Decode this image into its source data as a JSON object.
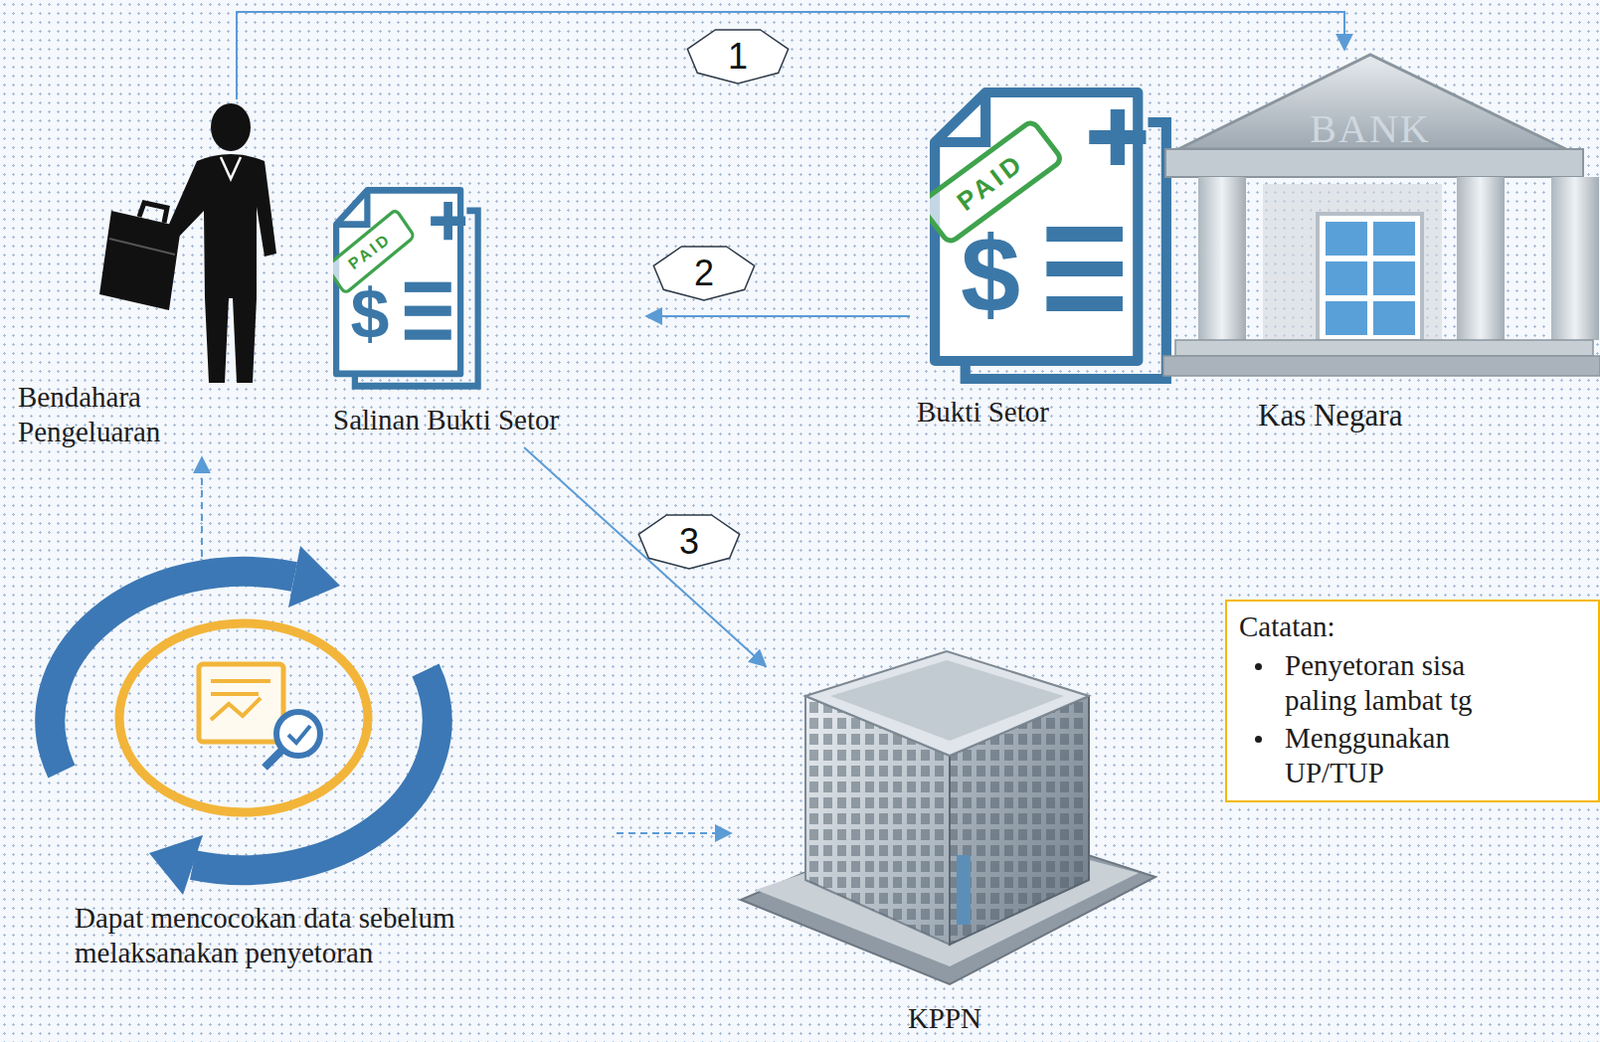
{
  "diagram": {
    "nodes": [
      {
        "text": [
          "Bendahara Pengeluaran"
        ]
      },
      {
        "text": [
          "Salinan Bukti Setor"
        ]
      },
      {
        "text": [
          "Bukti Setor"
        ]
      },
      {
        "text": [
          "Kas Negara"
        ]
      },
      {
        "text": [
          "Dapat mencocokan data sebelum melaksanakan penyetoran"
        ]
      },
      {
        "text": [
          "KPPN"
        ]
      },
      {
        "text": [
          "Catatan:",
          "Penyetoran sisa paling lambat tg",
          "Menggunakan UP/TUP"
        ]
      }
    ],
    "edges": [
      {
        "from": 0,
        "to": 3,
        "arrow": "to",
        "label": "1"
      },
      {
        "from": 2,
        "to": 1,
        "arrow": "to",
        "label": "2"
      },
      {
        "from": 1,
        "to": 5,
        "arrow": "to",
        "label": "3"
      },
      {
        "from": 4,
        "to": 0,
        "arrow": "to"
      },
      {
        "from": 4,
        "to": 5,
        "arrow": "to"
      }
    ],
    "labels": [
      "PAID",
      "$",
      "PAID",
      "$",
      "BANK"
    ]
  }
}
